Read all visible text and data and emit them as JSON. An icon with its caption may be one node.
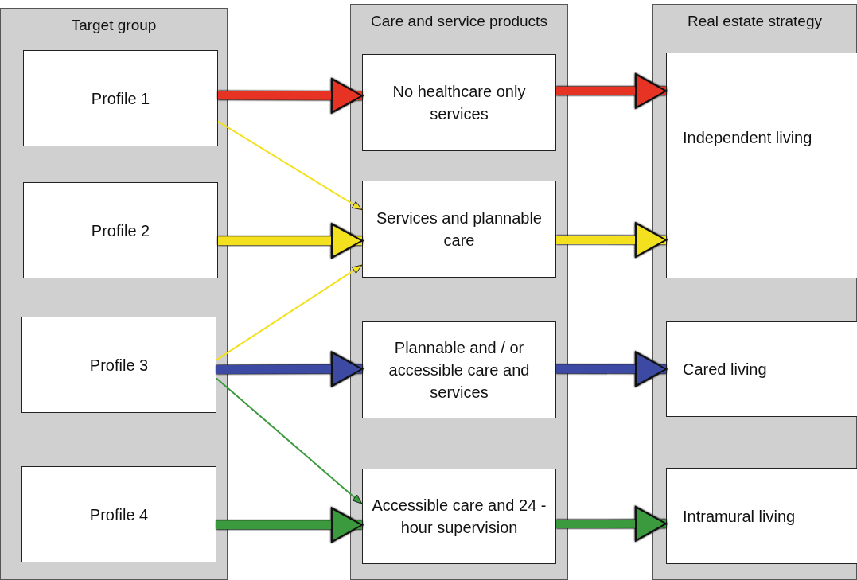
{
  "diagram": {
    "nodes": [
      {
        "text": [
          "Target group"
        ]
      },
      {
        "text": [
          "Profile 1"
        ],
        "in": 0
      },
      {
        "text": [
          "Profile 2"
        ],
        "in": 0
      },
      {
        "text": [
          "Profile 3"
        ],
        "in": 0
      },
      {
        "text": [
          "Profile 4"
        ],
        "in": 0
      },
      {
        "text": [
          "Care and service products"
        ]
      },
      {
        "text": [
          "No healthcare only services"
        ],
        "in": 5
      },
      {
        "text": [
          "Services and plannable care"
        ],
        "in": 5
      },
      {
        "text": [
          "Plannable and / or accessible care and services"
        ],
        "in": 5
      },
      {
        "text": [
          "Accessible care and 24 - hour supervision"
        ],
        "in": 5
      },
      {
        "text": [
          "Real estate strategy"
        ]
      },
      {
        "text": [
          "Independent living"
        ],
        "in": 10
      },
      {
        "text": [
          "Cared living"
        ],
        "in": 10
      },
      {
        "text": [
          "Intramural living"
        ],
        "in": 10
      }
    ],
    "edges": [
      {
        "from": 1,
        "to": 6,
        "arrow": "to",
        "color": "#e63323"
      },
      {
        "from": 6,
        "to": 11,
        "arrow": "to",
        "color": "#e63323"
      },
      {
        "from": 1,
        "to": 7,
        "arrow": "to",
        "color": "#f3e01f"
      },
      {
        "from": 2,
        "to": 7,
        "arrow": "to",
        "color": "#f3e01f"
      },
      {
        "from": 7,
        "to": 11,
        "arrow": "to",
        "color": "#f3e01f"
      },
      {
        "from": 3,
        "to": 7,
        "arrow": "to",
        "color": "#f3e01f"
      },
      {
        "from": 3,
        "to": 8,
        "arrow": "to",
        "color": "#3d4aa3"
      },
      {
        "from": 3,
        "to": 9,
        "arrow": "to",
        "color": "#3b9a3e"
      },
      {
        "from": 8,
        "to": 12,
        "arrow": "to",
        "color": "#3d4aa3"
      },
      {
        "from": 4,
        "to": 9,
        "arrow": "to",
        "color": "#3b9a3e"
      },
      {
        "from": 9,
        "to": 13,
        "arrow": "to",
        "color": "#3b9a3e"
      }
    ]
  }
}
